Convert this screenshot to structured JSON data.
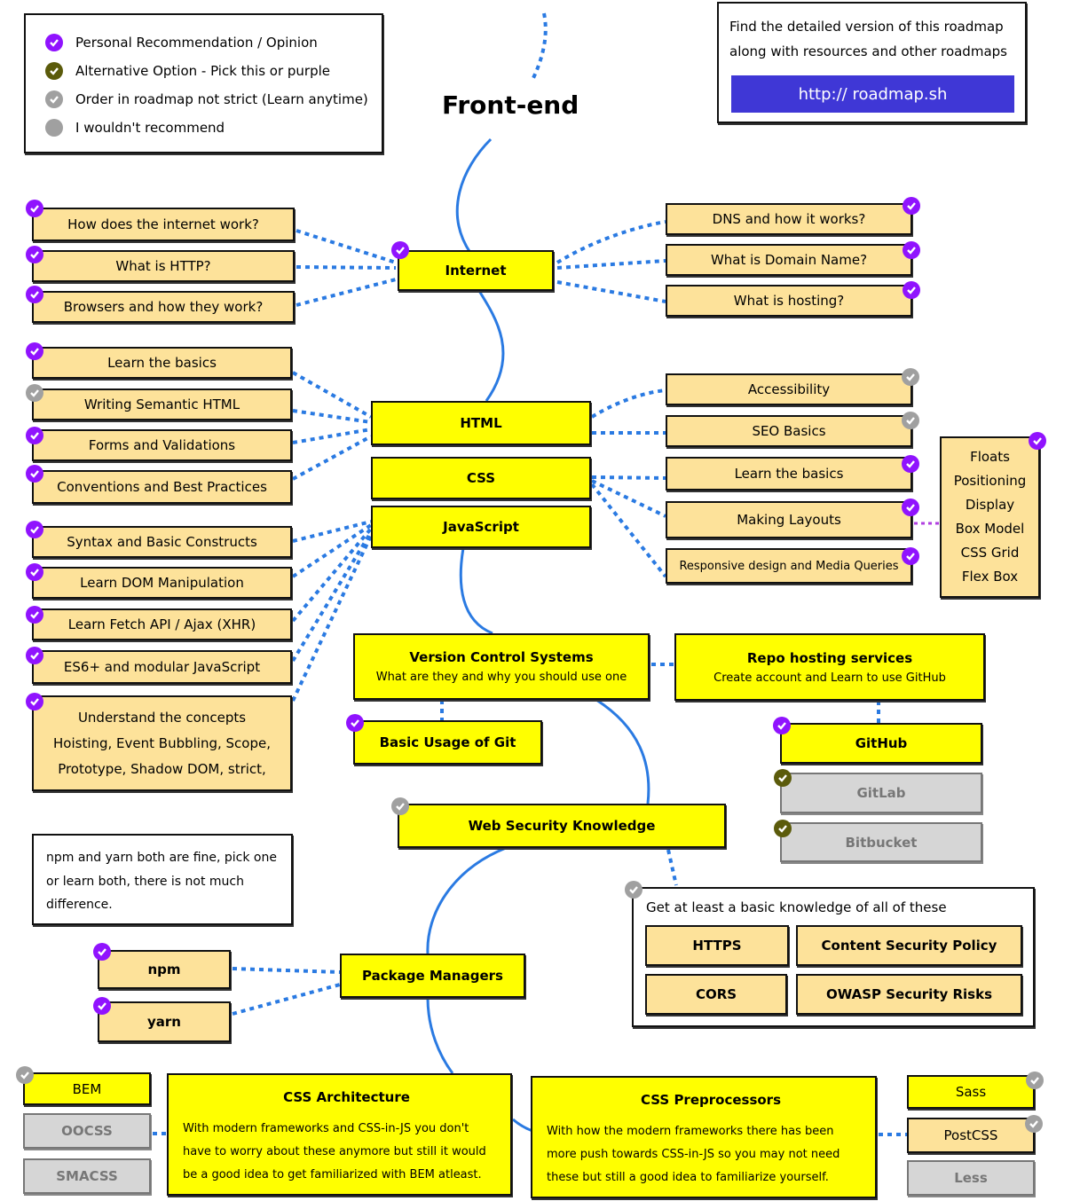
{
  "legend": {
    "items": [
      {
        "label": "Personal Recommendation / Opinion",
        "badge": "purple-check"
      },
      {
        "label": "Alternative Option - Pick this or purple",
        "badge": "olive-check"
      },
      {
        "label": "Order in roadmap not strict (Learn anytime)",
        "badge": "gray-check"
      },
      {
        "label": "I wouldn't recommend",
        "badge": "gray-circle"
      }
    ]
  },
  "title": "Front-end",
  "promo": {
    "line1": "Find the detailed version of this roadmap",
    "line2": "along with resources and other roadmaps",
    "link": "http:// roadmap.sh"
  },
  "colors": {
    "main_node": "#ffff00",
    "sub_node": "#fde29a",
    "alt_node": "#d6d6d6",
    "connector": "#2a7ae2",
    "purple_badge": "#9013fe",
    "olive_badge": "#5b5b0b",
    "gray_badge": "#a0a0a0",
    "link_button": "#3f37d6"
  },
  "internet": {
    "label": "Internet",
    "left": [
      "How does the internet work?",
      "What is HTTP?",
      "Browsers and how they work?"
    ],
    "right": [
      "DNS and how it works?",
      "What is Domain Name?",
      "What is hosting?"
    ]
  },
  "html": {
    "label": "HTML",
    "left": [
      "Learn the basics",
      "Writing Semantic HTML",
      "Forms and Validations",
      "Conventions and Best Practices"
    ],
    "right": [
      "Accessibility",
      "SEO Basics"
    ]
  },
  "css": {
    "label": "CSS",
    "right": [
      "Learn the basics",
      "Making Layouts",
      "Responsive design and Media Queries"
    ],
    "layouts": [
      "Floats",
      "Positioning",
      "Display",
      "Box Model",
      "CSS Grid",
      "Flex Box"
    ]
  },
  "javascript": {
    "label": "JavaScript",
    "left": [
      "Syntax and Basic Constructs",
      "Learn DOM Manipulation",
      "Learn Fetch API / Ajax (XHR)",
      "ES6+ and modular JavaScript"
    ],
    "concepts": {
      "title": "Understand the concepts",
      "line1": "Hoisting, Event Bubbling, Scope,",
      "line2": "Prototype, Shadow DOM, strict,"
    }
  },
  "vcs": {
    "title": "Version Control Systems",
    "subtitle": "What are they and why you should use one",
    "git": "Basic Usage of Git"
  },
  "repo": {
    "title": "Repo hosting services",
    "subtitle": "Create account and Learn to use GitHub",
    "options": [
      "GitHub",
      "GitLab",
      "Bitbucket"
    ]
  },
  "security": {
    "label": "Web Security Knowledge",
    "note": "Get at least a basic knowledge of all of these",
    "items": [
      "HTTPS",
      "Content Security Policy",
      "CORS",
      "OWASP Security Risks"
    ]
  },
  "packages": {
    "note": "npm and yarn both are fine, pick one or learn both, there is not much difference.",
    "label": "Package Managers",
    "items": [
      "npm",
      "yarn"
    ]
  },
  "css_arch": {
    "title": "CSS Architecture",
    "line1": "With modern frameworks and CSS-in-JS you don't",
    "line2": "have to worry about these anymore but still it would",
    "line3": "be a good idea to get familiarized with BEM atleast.",
    "options": [
      "BEM",
      "OOCSS",
      "SMACSS"
    ]
  },
  "css_pre": {
    "title": "CSS Preprocessors",
    "line1": "With how the modern frameworks there has been",
    "line2": "more push towards CSS-in-JS so you may not need",
    "line3": "these but still a good idea to familiarize yourself.",
    "options": [
      "Sass",
      "PostCSS",
      "Less"
    ]
  }
}
